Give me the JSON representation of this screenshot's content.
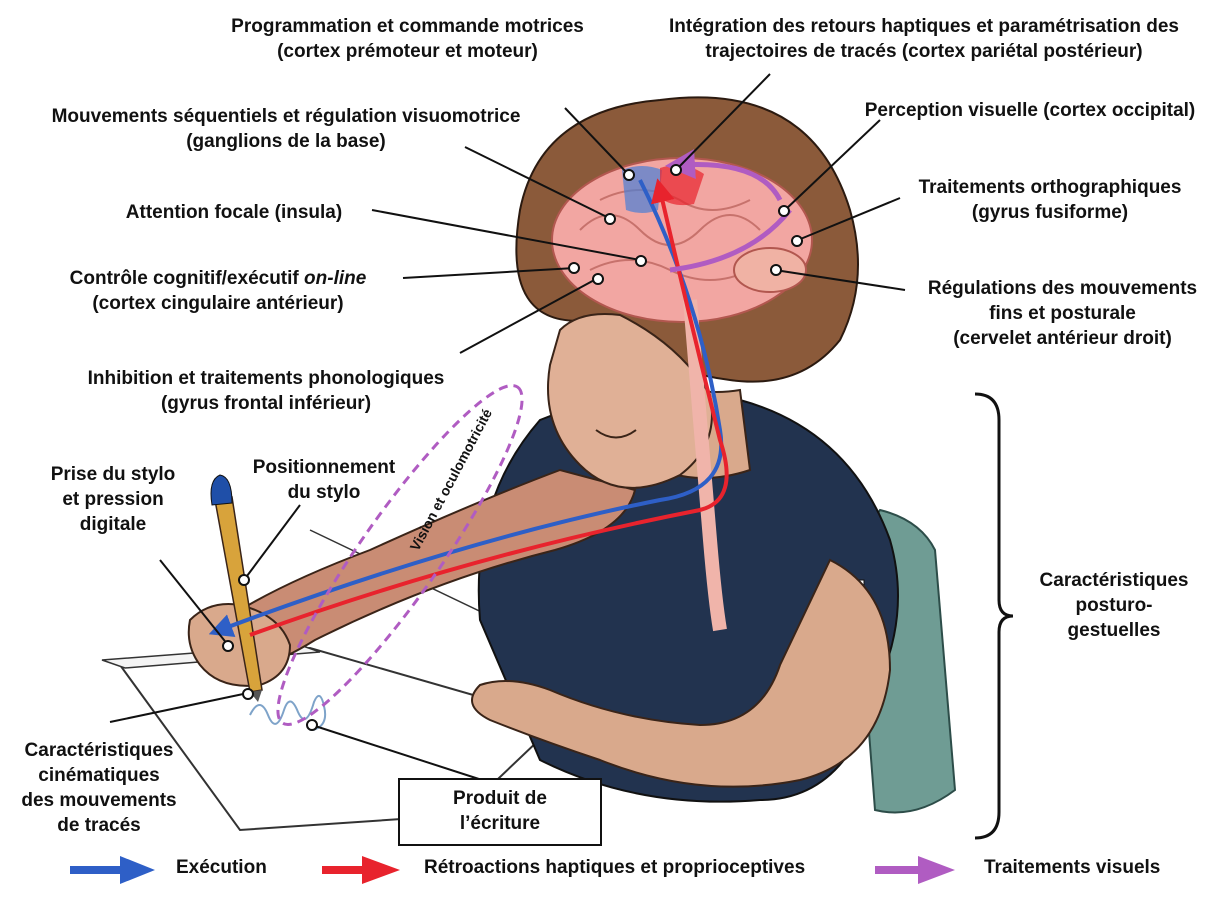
{
  "labels": {
    "motor": [
      "Programmation et commande motrices",
      "(cortex prémoteur et moteur)"
    ],
    "parietal": [
      "Intégration des retours haptiques et paramétrisation des",
      "trajectoires de tracés  (cortex pariétal postérieur)"
    ],
    "basal": [
      "Mouvements séquentiels et régulation visuomotrice",
      "(ganglions de la base)"
    ],
    "occipital": [
      "Perception visuelle (cortex occipital)"
    ],
    "fusiform": [
      "Traitements orthographiques",
      "(gyrus fusiforme)"
    ],
    "insula": [
      "Attention focale (insula)"
    ],
    "cingulate_line1_prefix": "Contrôle cognitif/exécutif ",
    "cingulate_line1_italic": "on-line",
    "cingulate_line2": "(cortex cingulaire antérieur)",
    "cerebellum": [
      "Régulations des mouvements",
      "fins et posturale",
      "(cervelet antérieur droit)"
    ],
    "frontal": [
      "Inhibition et traitements phonologiques",
      "(gyrus frontal inférieur)"
    ],
    "grip": [
      "Prise du stylo",
      "et pression",
      "digitale"
    ],
    "positioning": [
      "Positionnement",
      "du stylo"
    ],
    "kinematic": [
      "Caractéristiques",
      "cinématiques",
      "des mouvements",
      "de tracés"
    ],
    "posture": [
      "Caractéristiques",
      "posturo-",
      "gestuelles"
    ],
    "product": [
      "Produit de",
      "l’écriture"
    ],
    "vision": "Vision et oculomotricité"
  },
  "legend": [
    {
      "label": "Exécution",
      "color": "#2e5fc7"
    },
    {
      "label": "Rétroactions haptiques et proprioceptives",
      "color": "#e8232d"
    },
    {
      "label": "Traitements visuels",
      "color": "#b05cc2"
    }
  ]
}
